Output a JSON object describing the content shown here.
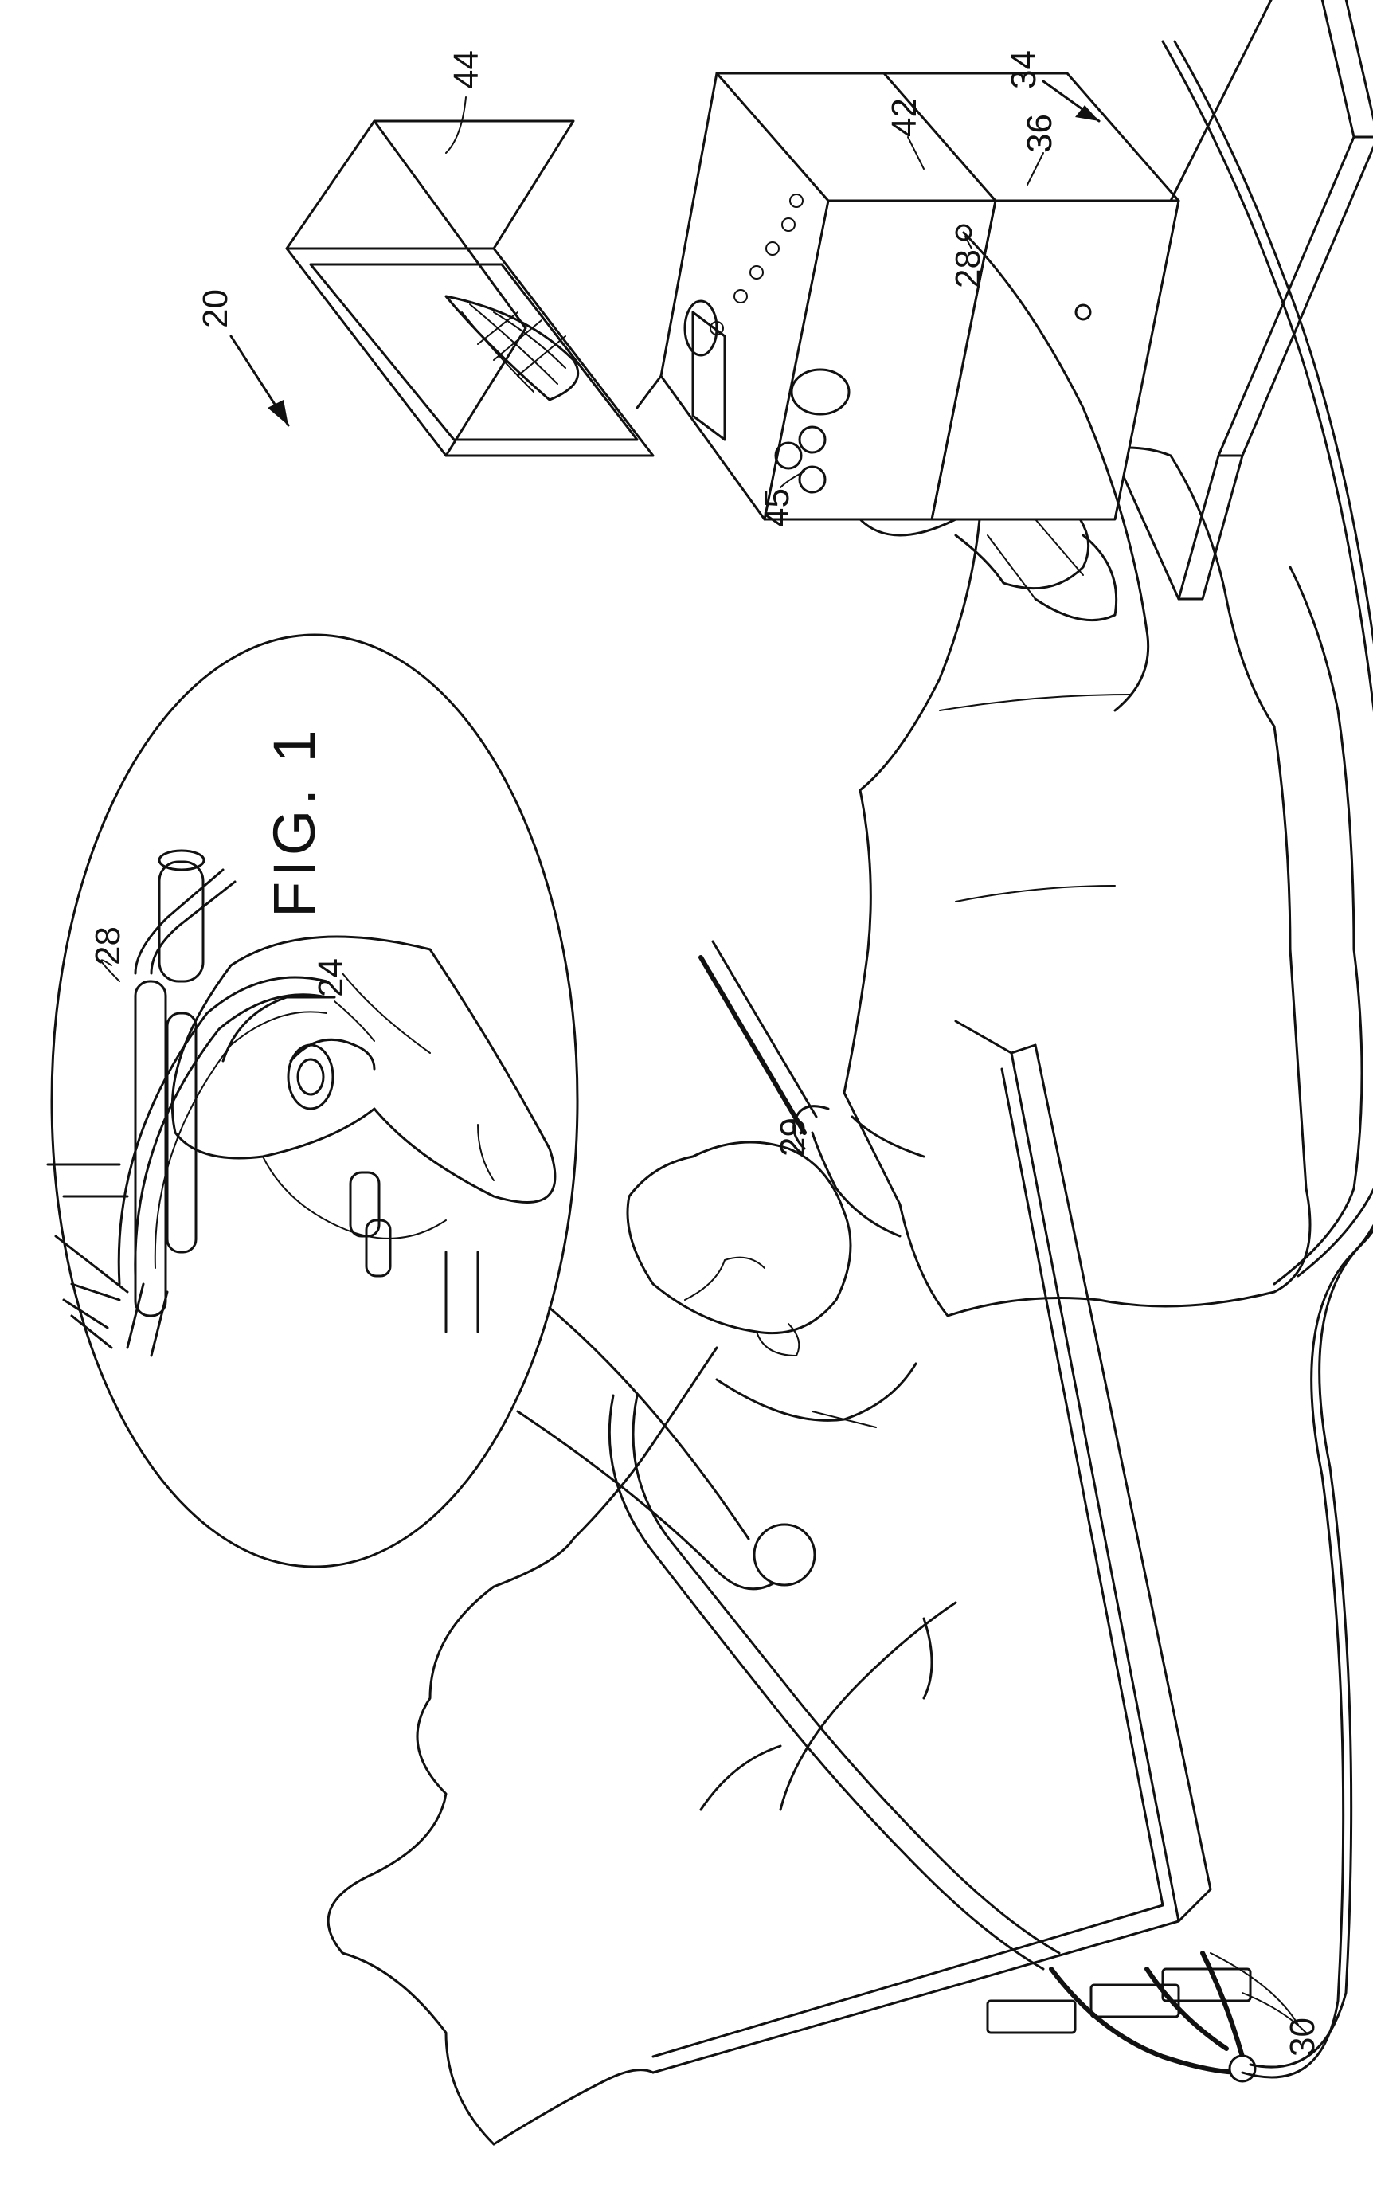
{
  "figure": {
    "title": "FIG. 1",
    "references": {
      "r20": "20",
      "r24": "24",
      "r28_heart": "28",
      "r28_console": "28",
      "r29": "29",
      "r30": "30",
      "r34": "34",
      "r36": "36",
      "r42": "42",
      "r44": "44",
      "r45": "45"
    }
  }
}
